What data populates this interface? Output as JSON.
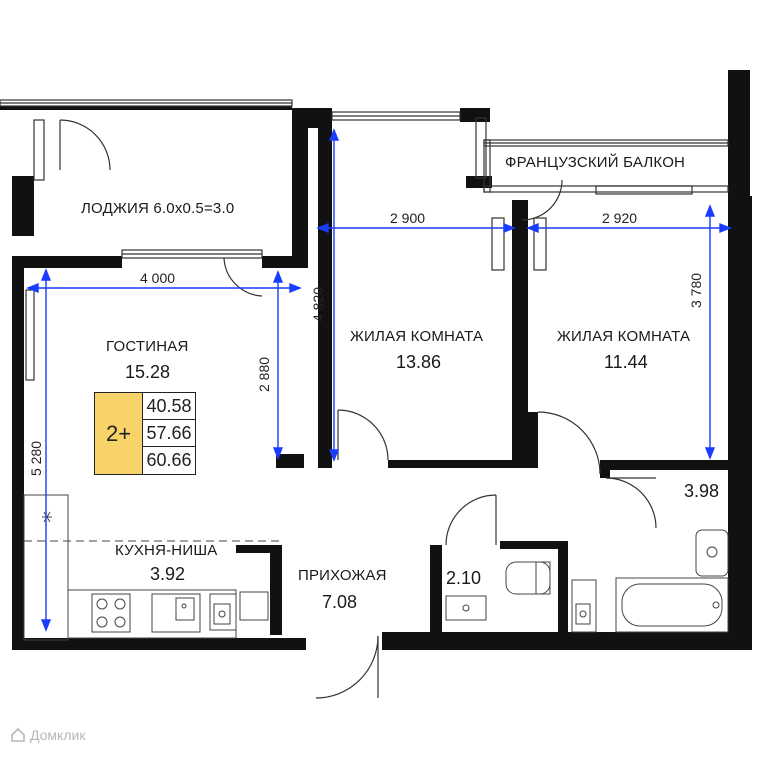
{
  "rooms": {
    "loggia": {
      "label": "ЛОДЖИЯ 6.0x0.5=3.0"
    },
    "french_balcony": {
      "label": "ФРАНЦУЗСКИЙ БАЛКОН"
    },
    "living_room": {
      "label": "ГОСТИНАЯ",
      "area": "15.28"
    },
    "bedroom_1": {
      "label": "ЖИЛАЯ КОМНАТА",
      "area": "13.86"
    },
    "bedroom_2": {
      "label": "ЖИЛАЯ КОМНАТА",
      "area": "11.44"
    },
    "kitchen": {
      "label": "КУХНЯ-НИША",
      "area": "3.92"
    },
    "hallway": {
      "label": "ПРИХОЖАЯ",
      "area": "7.08"
    },
    "wc": {
      "area": "2.10"
    },
    "bathroom": {
      "area": "3.98"
    }
  },
  "dimensions": {
    "d4000": "4 000",
    "d2900": "2 900",
    "d2920": "2 920",
    "d4820": "4 820",
    "d2880": "2 880",
    "d3780": "3 780",
    "d5280": "5 280"
  },
  "summary": {
    "rooms_badge": "2+",
    "area_living": "40.58",
    "area_total": "57.66",
    "area_with_balcony": "60.66",
    "badge_color": "#f7d36a"
  },
  "colors": {
    "wall": "#111111",
    "dimension_line": "#1a3cff"
  },
  "watermark": "Домклик"
}
